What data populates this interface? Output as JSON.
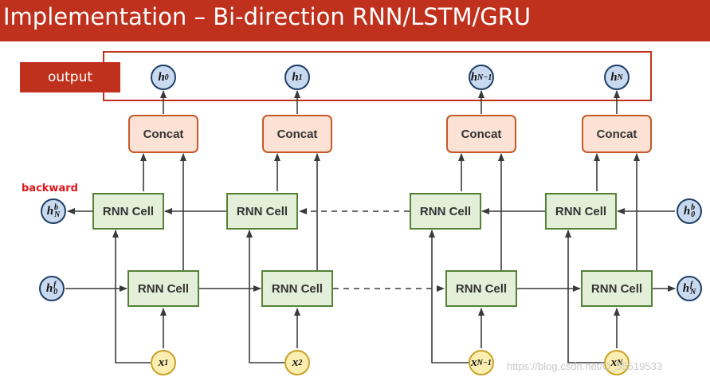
{
  "title": "Implementation – Bi-direction RNN/LSTM/GRU",
  "output_label": "output",
  "backward_label": "backward",
  "concat_label": "Concat",
  "rnn_cell_label": "RNN Cell",
  "outputs": [
    {
      "base": "h",
      "sub": "0"
    },
    {
      "base": "h",
      "sub": "1"
    },
    {
      "base": "h",
      "sub": "N−1"
    },
    {
      "base": "h",
      "sub": "N"
    }
  ],
  "inputs": [
    {
      "base": "x",
      "sub": "1"
    },
    {
      "base": "x",
      "sub": "2"
    },
    {
      "base": "x",
      "sub": "N−1"
    },
    {
      "base": "x",
      "sub": "N"
    }
  ],
  "backward_end": {
    "base": "h",
    "sup": "b",
    "sub": "N"
  },
  "backward_start": {
    "base": "h",
    "sup": "b",
    "sub": "0"
  },
  "forward_start": {
    "base": "h",
    "sup": "f",
    "sub": "0"
  },
  "forward_end": {
    "base": "h",
    "sup": "f",
    "sub": "N"
  },
  "watermark": "https://blog.csdn.net/O_55519533",
  "colors": {
    "title_bar": "#c0311d",
    "hidden_node": "#c9d9ef",
    "input_node": "#fbeeb0",
    "concat_fill": "#fbe2d4",
    "rnn_fill": "#e3efd9",
    "backward_text": "#e2141c"
  }
}
